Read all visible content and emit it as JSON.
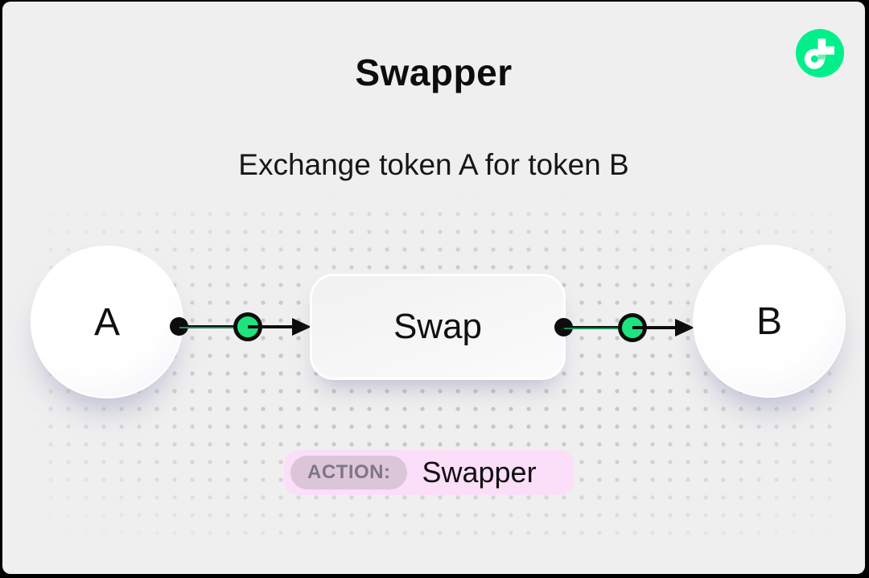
{
  "header": {
    "title": "Swapper",
    "subtitle": "Exchange token A for token B"
  },
  "logo": {
    "name": "flow-logo",
    "color": "#00ef8b",
    "checker_color": "#71eeb4"
  },
  "diagram": {
    "nodes": [
      {
        "id": "token-a",
        "label": "A"
      },
      {
        "id": "swap",
        "label": "Swap"
      },
      {
        "id": "token-b",
        "label": "B"
      }
    ],
    "flow": "A -> Swap -> B",
    "connector_node_color": "#1ee47e"
  },
  "badge": {
    "label": "ACTION:",
    "value": "Swapper"
  },
  "colors": {
    "card_background": "#efefef",
    "frame": "#000000",
    "dot_grid": "#c7c7c7",
    "accent_green": "#1ee47e",
    "badge_background": "#fbdef8",
    "badge_label_background": "#dcc5d9",
    "badge_label_text": "#7d7782",
    "text_primary": "#0d0d0d"
  }
}
